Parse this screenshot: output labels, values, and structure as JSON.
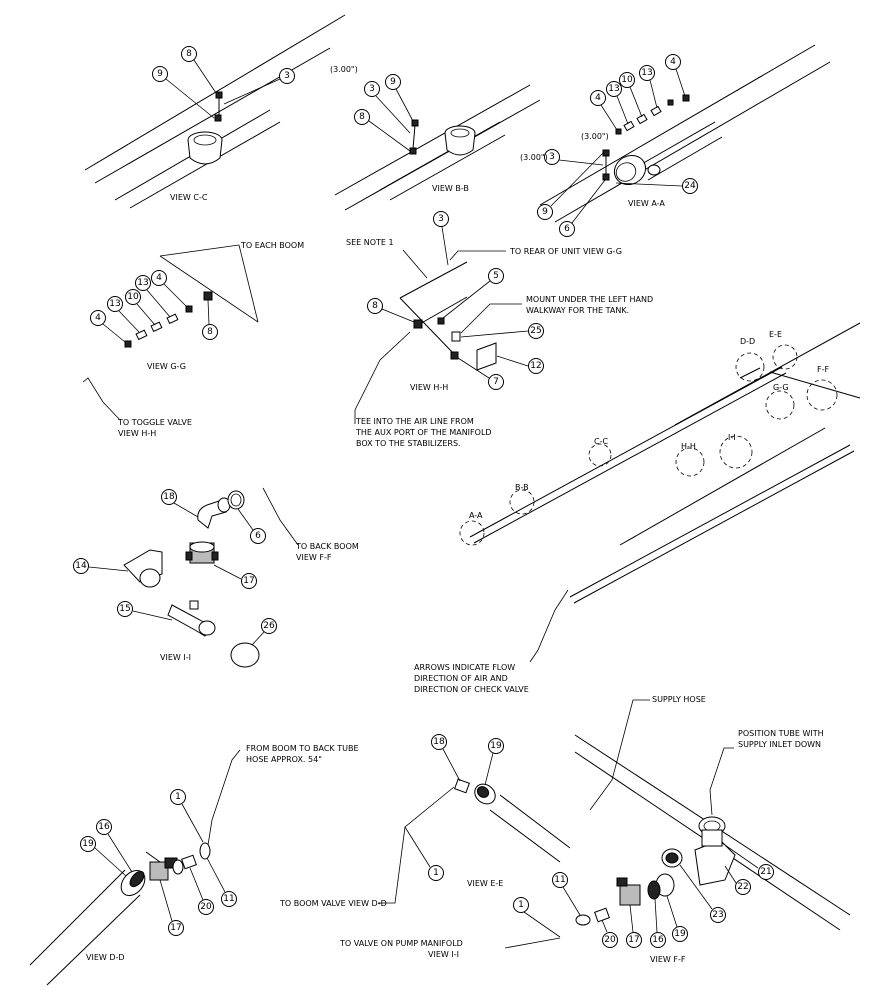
{
  "views": {
    "cc": "VIEW C-C",
    "bb": "VIEW B-B",
    "aa": "VIEW A-A",
    "gg": "VIEW G-G",
    "hh": "VIEW H-H",
    "ii": "VIEW I-I",
    "dd": "VIEW D-D",
    "ee": "VIEW E-E",
    "ff": "VIEW F-F"
  },
  "dimension": "(3.00\")",
  "notes": {
    "to_each_boom": "TO EACH BOOM",
    "see_note": "SEE NOTE 1",
    "to_rear": "TO REAR OF UNIT VIEW G-G",
    "mount_1": "MOUNT UNDER THE LEFT HAND",
    "mount_2": "WALKWAY FOR THE TANK.",
    "toggle_1": "TO TOGGLE VALVE",
    "toggle_2": "VIEW H-H",
    "tee_1": "TEE INTO THE AIR LINE FROM",
    "tee_2": "THE AUX PORT OF THE MANIFOLD",
    "tee_3": "BOX TO THE STABILIZERS.",
    "back_boom_1": "TO BACK BOOM",
    "back_boom_2": "VIEW F-F",
    "arrows_1": "ARROWS INDICATE FLOW",
    "arrows_2": "DIRECTION OF AIR AND",
    "arrows_3": "DIRECTION OF CHECK VALVE",
    "from_boom_1": "FROM BOOM TO BACK TUBE",
    "from_boom_2": "HOSE APPROX. 54\"",
    "supply_hose": "SUPPLY HOSE",
    "position_1": "POSITION TUBE WITH",
    "position_2": "SUPPLY INLET DOWN",
    "to_boom_valve": "TO BOOM VALVE VIEW D-D",
    "pump_1": "TO VALVE ON PUMP MANIFOLD",
    "pump_2": "VIEW I-I"
  },
  "section_markers": {
    "aa": "A-A",
    "bb": "B-B",
    "cc": "C-C",
    "dd": "D-D",
    "ee": "E-E",
    "ff": "F-F",
    "gg": "G-G",
    "hh": "H-H",
    "ii": "I-I"
  },
  "callouts": {
    "cc_8": "8",
    "cc_9": "9",
    "cc_3": "3",
    "bb_3": "3",
    "bb_9": "9",
    "bb_8": "8",
    "aa_4a": "4",
    "aa_13a": "13",
    "aa_10": "10",
    "aa_13b": "13",
    "aa_4b": "4",
    "aa_3": "3",
    "aa_24": "24",
    "aa_9": "9",
    "aa_6": "6",
    "gg_4a": "4",
    "gg_13a": "13",
    "gg_10": "10",
    "gg_13b": "13",
    "gg_4b": "4",
    "gg_8": "8",
    "hh_3": "3",
    "hh_5": "5",
    "hh_8": "8",
    "hh_25": "25",
    "hh_12": "12",
    "hh_7": "7",
    "ii_18": "18",
    "ii_6": "6",
    "ii_17": "17",
    "ii_14": "14",
    "ii_15": "15",
    "ii_26": "26",
    "dd_1": "1",
    "dd_16": "16",
    "dd_19": "19",
    "dd_17": "17",
    "dd_20": "20",
    "dd_11": "11",
    "ee_18": "18",
    "ee_19": "19",
    "ee_1": "1",
    "ff_1": "1",
    "ff_11": "11",
    "ff_20": "20",
    "ff_17": "17",
    "ff_16": "16",
    "ff_19": "19",
    "ff_23": "23",
    "ff_22": "22",
    "ff_21": "21"
  }
}
